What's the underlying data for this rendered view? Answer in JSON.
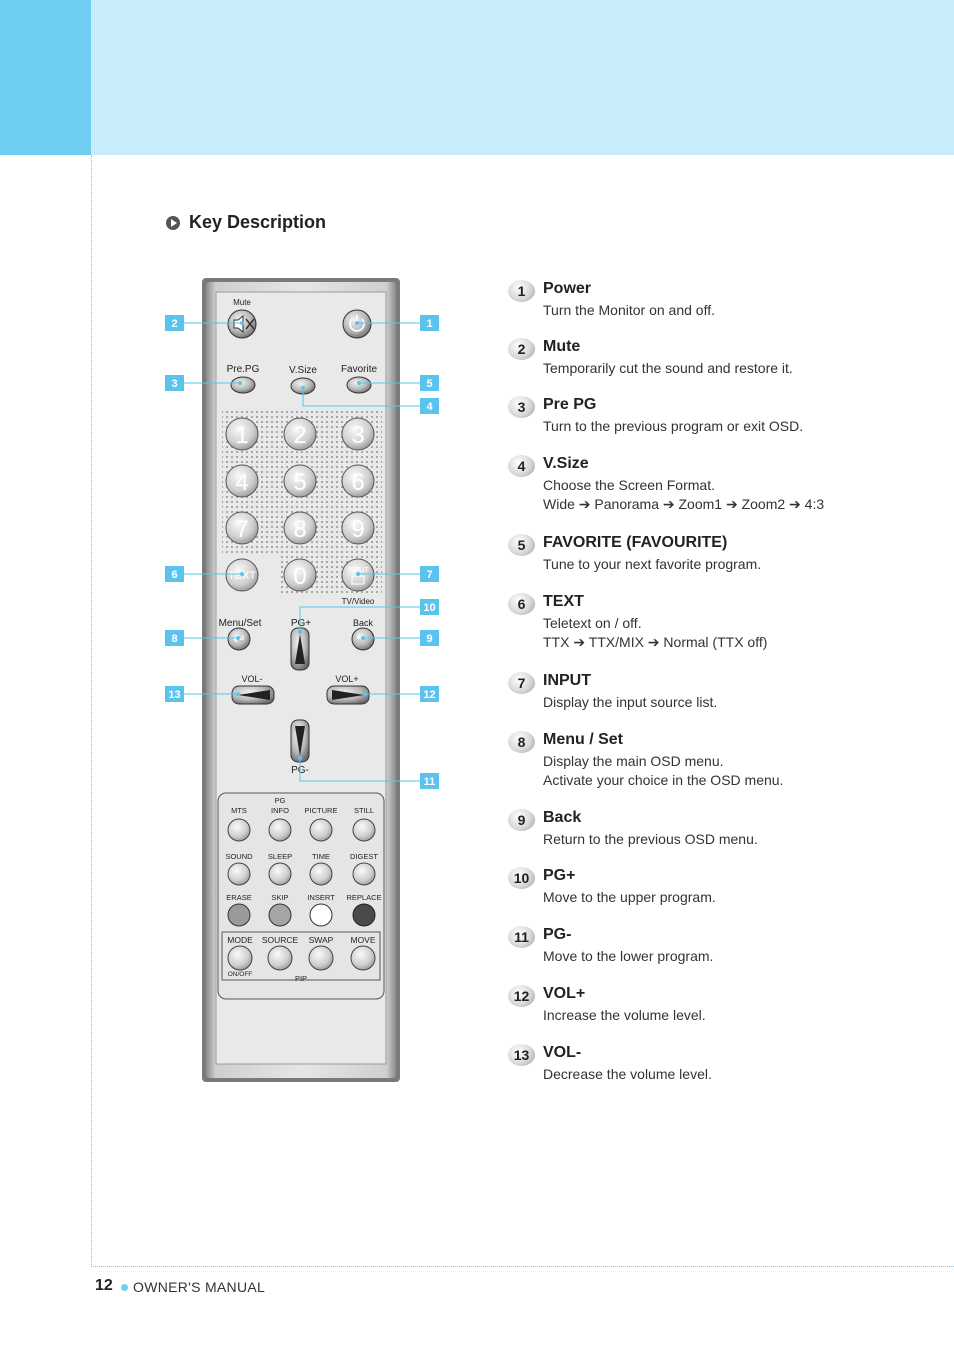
{
  "section_title": "Key Description",
  "keys": [
    {
      "num": "1",
      "name": "Power",
      "desc": [
        "Turn the Monitor on and off."
      ]
    },
    {
      "num": "2",
      "name": "Mute",
      "desc": [
        "Temporarily cut the sound and restore it."
      ]
    },
    {
      "num": "3",
      "name": "Pre PG",
      "desc": [
        "Turn to the previous program or exit OSD."
      ]
    },
    {
      "num": "4",
      "name": "V.Size",
      "desc": [
        "Choose the Screen Format.",
        "Wide ➔ Panorama ➔ Zoom1 ➔ Zoom2 ➔ 4:3"
      ]
    },
    {
      "num": "5",
      "name": "FAVORITE (FAVOURITE)",
      "desc": [
        "Tune to your next favorite program."
      ]
    },
    {
      "num": "6",
      "name": "TEXT",
      "desc": [
        "Teletext on / off.",
        "TTX ➔ TTX/MIX ➔ Normal (TTX off)"
      ]
    },
    {
      "num": "7",
      "name": "INPUT",
      "desc": [
        "Display the input source list."
      ]
    },
    {
      "num": "8",
      "name": "Menu / Set",
      "desc": [
        "Display the main OSD menu.",
        "Activate your choice in the OSD menu."
      ]
    },
    {
      "num": "9",
      "name": "Back",
      "desc": [
        "Return to the previous OSD menu."
      ]
    },
    {
      "num": "10",
      "name": "PG+",
      "desc": [
        "Move to the upper program."
      ]
    },
    {
      "num": "11",
      "name": "PG-",
      "desc": [
        "Move to the lower program."
      ]
    },
    {
      "num": "12",
      "name": "VOL+",
      "desc": [
        "Increase the volume level."
      ]
    },
    {
      "num": "13",
      "name": "VOL-",
      "desc": [
        "Decrease the volume level."
      ]
    }
  ],
  "remote": {
    "mute": "Mute",
    "pre_pg": "Pre.PG",
    "vsize": "V.Size",
    "favorite": "Favorite",
    "digits": [
      "1",
      "2",
      "3",
      "4",
      "5",
      "6",
      "7",
      "8",
      "9",
      "0"
    ],
    "text_key": "TEXT",
    "input_key": "INPUT",
    "tv_video": "TV/Video",
    "menu_set": "Menu/Set",
    "pg_plus": "PG+",
    "back": "Back",
    "vol_minus": "VOL-",
    "vol_plus": "VOL+",
    "pg_minus": "PG-",
    "teletext": {
      "row1": [
        "MTS",
        "PG\nINFO",
        "PICTURE",
        "STILL"
      ],
      "row2": [
        "SOUND",
        "SLEEP",
        "TIME",
        "DIGEST"
      ],
      "row3": [
        "ERASE",
        "SKIP",
        "INSERT",
        "REPLACE"
      ],
      "row4": [
        "MODE",
        "SOURCE",
        "SWAP",
        "MOVE"
      ],
      "on_off": "ON/OFF",
      "pip": "PIP"
    }
  },
  "callouts": {
    "left": [
      "2",
      "3",
      "6",
      "8",
      "13"
    ],
    "right": [
      "1",
      "5",
      "4",
      "7",
      "10",
      "9",
      "12",
      "11"
    ]
  },
  "footer": {
    "page_number": "12",
    "text": "OWNER'S MANUAL"
  },
  "colors": {
    "accent": "#6fcdf2",
    "header_light": "#c9ecfa",
    "callout": "#5bc4ee"
  }
}
